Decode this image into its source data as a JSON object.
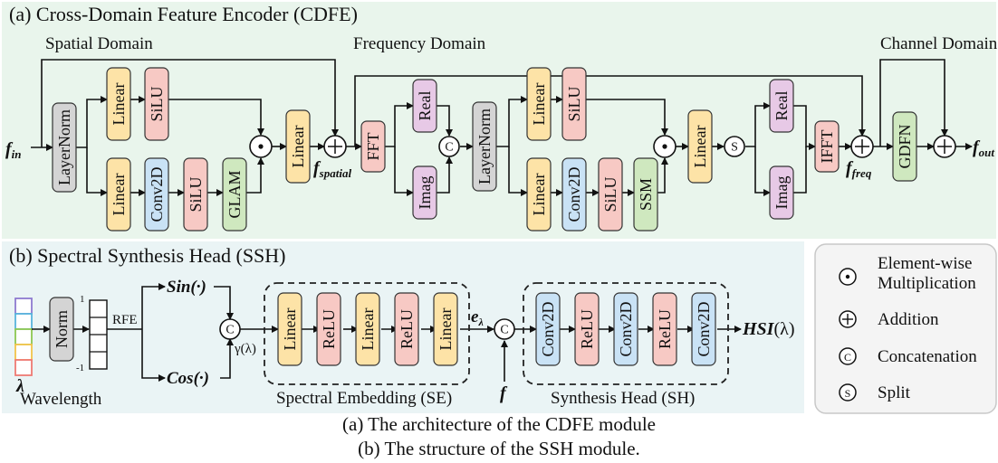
{
  "panels": {
    "cdfe_title": "(a) Cross-Domain Feature Encoder (CDFE)",
    "ssh_title": "(b) Spectral Synthesis Head (SSH)"
  },
  "domains": {
    "spatial": "Spatial Domain",
    "frequency": "Frequency Domain",
    "channel": "Channel Domain"
  },
  "cdfe_blocks": {
    "layernorm": "LayerNorm",
    "linear": "Linear",
    "silu": "SiLU",
    "conv2d": "Conv2D",
    "glam": "GLAM",
    "fft": "FFT",
    "ifft": "IFFT",
    "real": "Real",
    "imag": "Imag",
    "ssm": "SSM",
    "gdfn": "GDFN"
  },
  "cdfe_vars": {
    "f_in_main": "f",
    "f_in_sub": "in",
    "f_spatial_main": "f",
    "f_spatial_sub": "spatial",
    "f_freq_main": "f",
    "f_freq_sub": "freq",
    "f_out_main": "f",
    "f_out_sub": "out"
  },
  "ops": {
    "multiply": "⊙",
    "add": "+",
    "concat": "C",
    "split": "S"
  },
  "ssh": {
    "lambda": "λ",
    "wavelength": "Wavelength",
    "norm": "Norm",
    "tick_top": "1",
    "tick_bottom": "-1",
    "rfe": "RFE",
    "sin": "Sin(·)",
    "cos": "Cos(·)",
    "gamma": "γ(λ)",
    "e_main": "e",
    "e_sub": "λ",
    "f": "f",
    "output": "HSI",
    "output_arg": "(λ)",
    "se_caption": "Spectral Embedding (SE)",
    "sh_caption": "Synthesis Head (SH)",
    "se_blocks": [
      "Linear",
      "ReLU",
      "Linear",
      "ReLU",
      "Linear"
    ],
    "sh_blocks": [
      "Conv2D",
      "ReLU",
      "Conv2D",
      "ReLU",
      "Conv2D"
    ]
  },
  "legend": {
    "multiply": "Element-wise",
    "multiply_2": "Multiplication",
    "add": "Addition",
    "concat": "Concatenation",
    "split": "Split"
  },
  "captions": {
    "line1": "(a) The architecture of the CDFE module",
    "line2": "(b) The structure of the SSH module."
  },
  "colors": {
    "panel_a_bg": "#e9f5ec",
    "panel_b_bg": "#eaf4f5",
    "linear": "#fde3a7",
    "silu": "#f7c9c4",
    "conv2d": "#c9e2f5",
    "green": "#cfe8bf",
    "norm": "#d4d4d4",
    "real_imag": "#e7c9e6"
  }
}
